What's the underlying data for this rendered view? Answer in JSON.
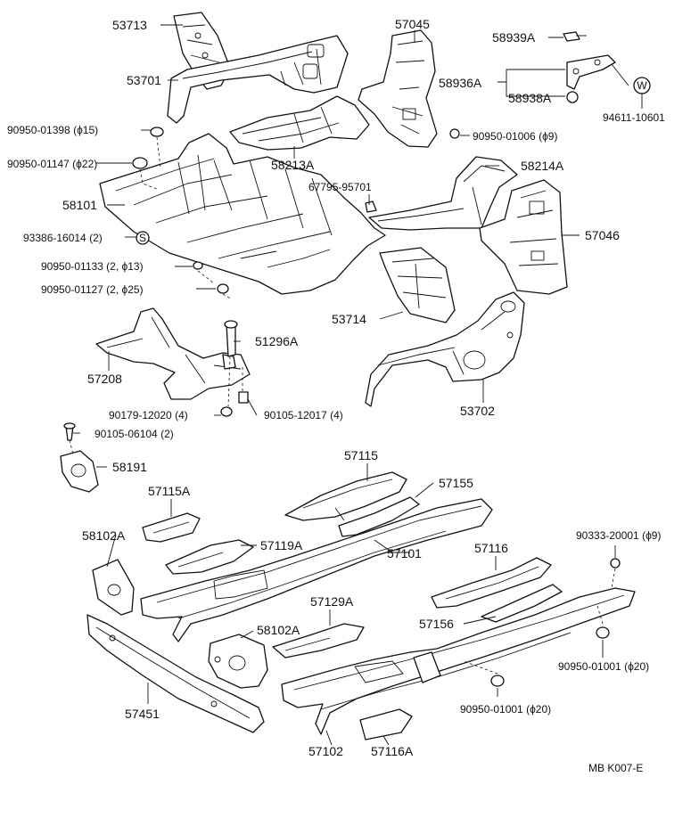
{
  "labels": {
    "p53713": "53713",
    "p57045": "57045",
    "p58939A": "58939A",
    "p53701": "53701",
    "p58936A": "58936A",
    "p58938A": "58938A",
    "p94611": "94611-10601",
    "p90950_01398": "90950-01398 (ϕ15)",
    "p90950_01006": "90950-01006 (ϕ9)",
    "p90950_01147": "90950-01147 (ϕ22)",
    "p58213A": "58213A",
    "p58214A": "58214A",
    "p58101": "58101",
    "p67795": "67795-95701",
    "p93386": "93386-16014 (2)",
    "p57046": "57046",
    "p90950_01133": "90950-01133 (2, ϕ13)",
    "p90950_01127": "90950-01127 (2, ϕ25)",
    "p53714": "53714",
    "p51296A": "51296A",
    "p57208": "57208",
    "p53702": "53702",
    "p90179": "90179-12020 (4)",
    "p90105_12017": "90105-12017 (4)",
    "p90105_06104": "90105-06104 (2)",
    "p57115": "57115",
    "p58191": "58191",
    "p57155": "57155",
    "p57115A": "57115A",
    "p58102A_top": "58102A",
    "p57119A": "57119A",
    "p57101": "57101",
    "p57116": "57116",
    "p90333": "90333-20001 (ϕ9)",
    "p57129A": "57129A",
    "p57156": "57156",
    "p58102A_mid": "58102A",
    "p90950_01001_r": "90950-01001 (ϕ20)",
    "p57451": "57451",
    "p90950_01001_b": "90950-01001 (ϕ20)",
    "p57102": "57102",
    "p57116A": "57116A",
    "footer": "MB  K007-E"
  },
  "markers": {
    "w": "W",
    "s": "S"
  }
}
